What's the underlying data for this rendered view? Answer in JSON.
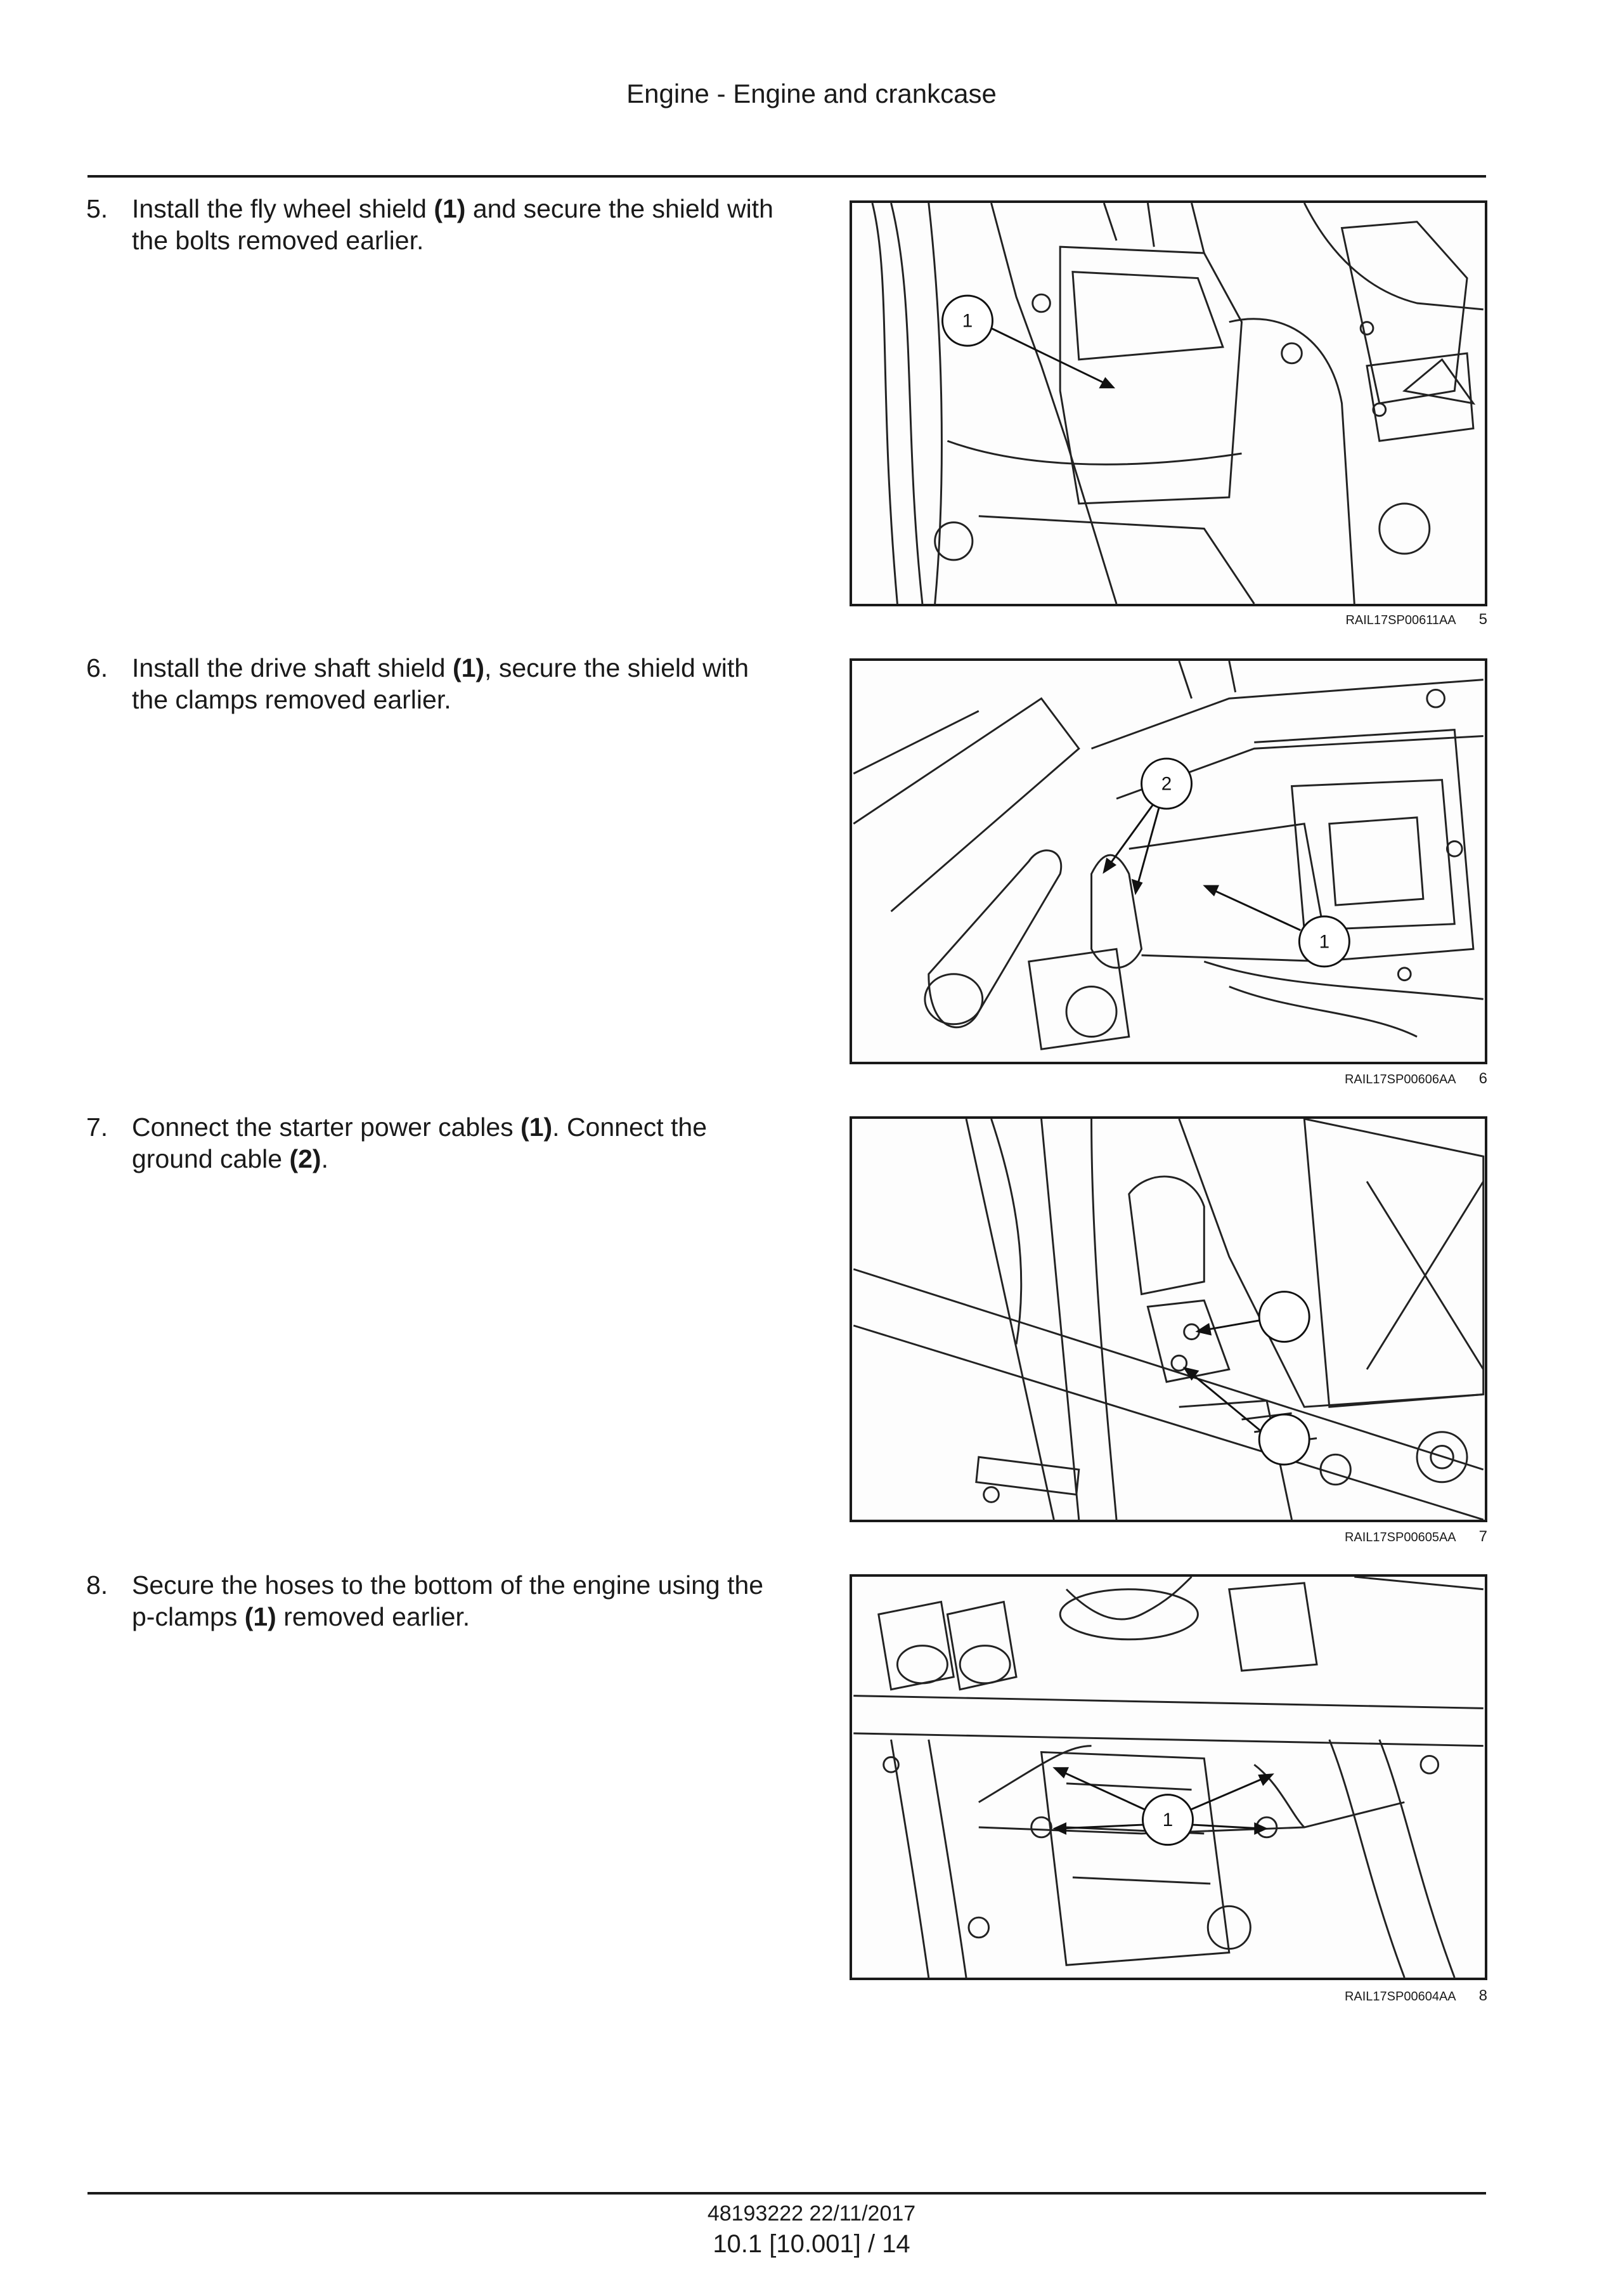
{
  "header": {
    "title": "Engine - Engine and crankcase"
  },
  "steps": [
    {
      "number": "5.",
      "lines": [
        [
          {
            "t": "Install the fly wheel shield ",
            "b": false
          },
          {
            "t": "(1)",
            "b": true
          },
          {
            "t": " and secure the shield with",
            "b": false
          }
        ],
        [
          {
            "t": "the bolts removed earlier.",
            "b": false
          }
        ]
      ]
    },
    {
      "number": "6.",
      "lines": [
        [
          {
            "t": "Install the drive shaft shield ",
            "b": false
          },
          {
            "t": "(1)",
            "b": true
          },
          {
            "t": ", secure the shield with",
            "b": false
          }
        ],
        [
          {
            "t": "the clamps removed earlier.",
            "b": false
          }
        ]
      ]
    },
    {
      "number": "7.",
      "lines": [
        [
          {
            "t": "Connect the starter power cables ",
            "b": false
          },
          {
            "t": "(1)",
            "b": true
          },
          {
            "t": ".  Connect the",
            "b": false
          }
        ],
        [
          {
            "t": "ground cable ",
            "b": false
          },
          {
            "t": "(2)",
            "b": true
          },
          {
            "t": ".",
            "b": false
          }
        ]
      ]
    },
    {
      "number": "8.",
      "lines": [
        [
          {
            "t": "Secure the hoses to the bottom of the engine using the",
            "b": false
          }
        ],
        [
          {
            "t": "p-clamps ",
            "b": false
          },
          {
            "t": "(1)",
            "b": true
          },
          {
            "t": " removed earlier.",
            "b": false
          }
        ]
      ]
    }
  ],
  "figures": [
    {
      "code": "RAIL17SP00611AA",
      "number": "5",
      "callouts": [
        "1"
      ]
    },
    {
      "code": "RAIL17SP00606AA",
      "number": "6",
      "callouts": [
        "2",
        "1"
      ]
    },
    {
      "code": "RAIL17SP00605AA",
      "number": "7",
      "callouts": [
        "",
        ""
      ]
    },
    {
      "code": "RAIL17SP00604AA",
      "number": "8",
      "callouts": [
        "1"
      ]
    }
  ],
  "footer": {
    "doc_date": "48193222 22/11/2017",
    "page_ref": "10.1 [10.001] / 14"
  }
}
